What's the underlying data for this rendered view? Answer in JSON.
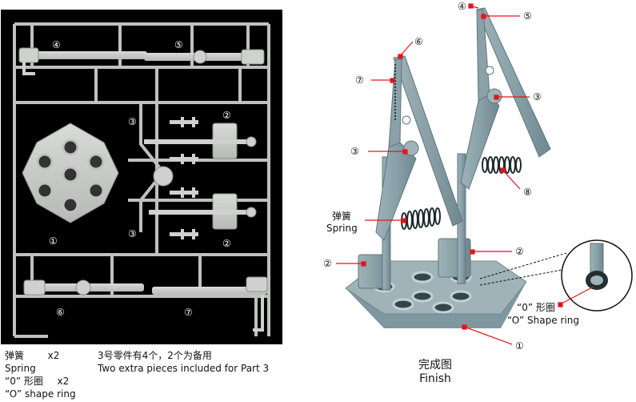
{
  "sprue": {
    "labels": [
      "④",
      "⑤",
      "③",
      "②",
      "③",
      "①",
      "②",
      "⑥",
      "⑦"
    ]
  },
  "assembly": {
    "callouts": [
      "④",
      "⑤",
      "⑥",
      "⑦",
      "③",
      "③",
      "⑧",
      "②",
      "②",
      "①"
    ],
    "spring_cn": "弹簧",
    "spring_en": "Spring",
    "ring_cn": "“0” 形圈",
    "ring_en": "“O” Shape ring"
  },
  "notes": {
    "spring_cn": "弹簧",
    "spring_qty": "x2",
    "spring_en": "Spring",
    "ring_cn": "“0” 形圈",
    "ring_qty": "x2",
    "ring_en": "“O” shape ring",
    "extra_cn": "3号零件有4个，2个为备用",
    "extra_en": "Two extra pieces included  for Part 3"
  },
  "finish": {
    "cn": "完成图",
    "en": "Finish"
  },
  "colors": {
    "sprue_bg": "#000000",
    "plastic": "#c9cbc9",
    "model": "#8fa6ad",
    "leader": "#e5141b"
  }
}
